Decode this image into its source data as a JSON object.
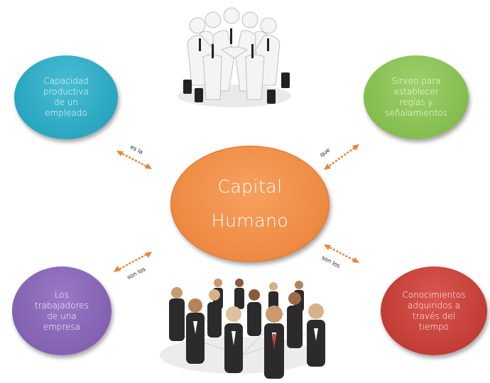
{
  "center": {
    "line1": "Capital",
    "line2": "Humano"
  },
  "nodes": {
    "top_left": "Capacidad\nproductiva\nde un\nempleado",
    "top_right": "Sirven para\nestablecer\nreglas y\nseñalamientos",
    "bottom_left": "Los\ntrabajadores\nde una\nempresa",
    "bottom_right": "Conocimientos\nadquiridos a\ntravés del\ntiempo"
  },
  "connectors": {
    "top_left": "es la",
    "top_right": "que",
    "bottom_left": "son los",
    "bottom_right": "son los"
  },
  "colors": {
    "center": "#f08d46",
    "top_left": "#2aa6c0",
    "top_right": "#85bd4f",
    "bottom_left": "#8262b1",
    "bottom_right": "#c23d35",
    "arrows": "#e8843a"
  }
}
